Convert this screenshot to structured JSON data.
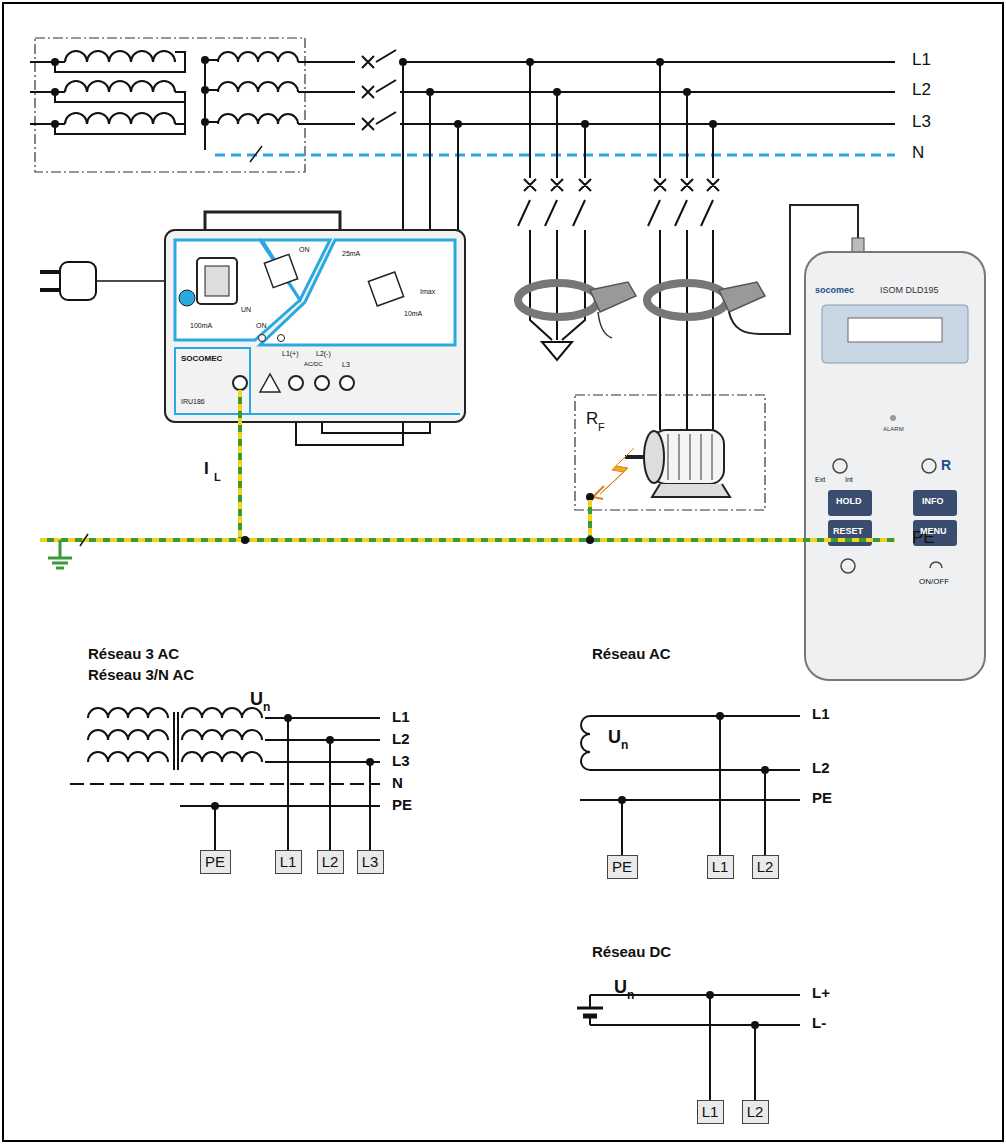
{
  "diagram": {
    "nodes": [
      {
        "text": [
          "PE"
        ]
      },
      {
        "text": [
          "L1"
        ]
      },
      {
        "text": [
          "L2"
        ]
      },
      {
        "text": [
          "L3"
        ]
      },
      {
        "text": [
          "PE"
        ]
      },
      {
        "text": [
          "L1"
        ]
      },
      {
        "text": [
          "L2"
        ]
      },
      {
        "text": [
          "L1"
        ]
      },
      {
        "text": [
          "L2"
        ]
      }
    ],
    "labels": [
      "L1",
      "L2",
      "L3",
      "N",
      "PE",
      "I",
      "L",
      "R",
      "F",
      "UN",
      "ON",
      "100mA",
      "ON",
      "25mA",
      "10mA",
      "Imax",
      "L1(+)",
      "AC/DC",
      "L2(-)",
      "L3",
      "SOCOMEC",
      "IRU186",
      "socomec",
      "ISOM DLD195",
      "ALARM",
      "Ext",
      "Int",
      "R",
      "HOLD",
      "INFO",
      "RESET",
      "MENU",
      "ON/OFF",
      "Réseau 3 AC",
      "Réseau 3/N AC",
      "U",
      "n",
      "L1",
      "L2",
      "L3",
      "N",
      "PE",
      "Réseau AC",
      "U",
      "n",
      "L1",
      "L2",
      "PE",
      "Réseau DC",
      "U",
      "n",
      "L+",
      "L-"
    ]
  }
}
